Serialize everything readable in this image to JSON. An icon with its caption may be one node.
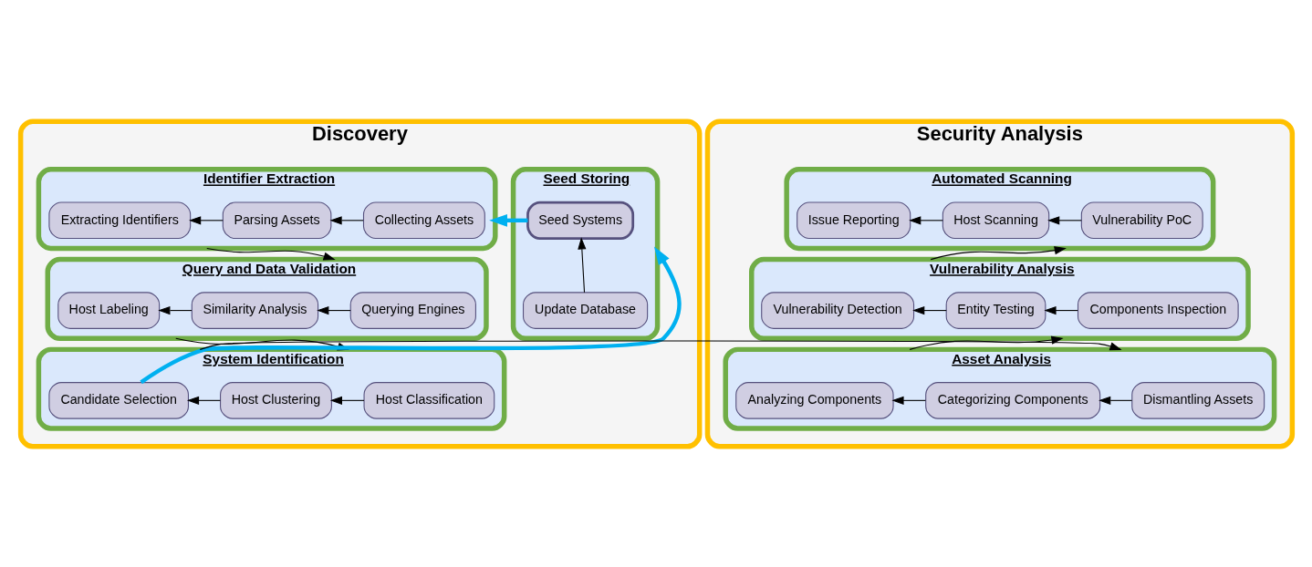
{
  "diagram": {
    "nodes": [
      {
        "text": [
          "Discovery"
        ]
      },
      {
        "text": [
          "Seed Storing"
        ],
        "in": 0
      },
      {
        "text": [
          "Seed Systems"
        ],
        "in": 1
      },
      {
        "text": [
          "Update Database"
        ],
        "in": 1
      },
      {
        "text": [
          "Identifier Extraction"
        ],
        "in": 0
      },
      {
        "text": [
          "Collecting Assets"
        ],
        "in": 4
      },
      {
        "text": [
          "Parsing Assets"
        ],
        "in": 4
      },
      {
        "text": [
          "Extracting Identifiers"
        ],
        "in": 4
      },
      {
        "text": [
          "Query and Data Validation"
        ],
        "in": 0
      },
      {
        "text": [
          "Querying Engines"
        ],
        "in": 8
      },
      {
        "text": [
          "Similarity Analysis"
        ],
        "in": 8
      },
      {
        "text": [
          "Host Labeling"
        ],
        "in": 8
      },
      {
        "text": [
          "System Identification"
        ],
        "in": 0
      },
      {
        "text": [
          "Host Classification"
        ],
        "in": 12
      },
      {
        "text": [
          "Host Clustering"
        ],
        "in": 12
      },
      {
        "text": [
          "Candidate Selection"
        ],
        "in": 12
      },
      {
        "text": [
          "Security Analysis"
        ]
      },
      {
        "text": [
          "Automated Scanning"
        ],
        "in": 16
      },
      {
        "text": [
          "Vulnerability PoC"
        ],
        "in": 17
      },
      {
        "text": [
          "Host Scanning"
        ],
        "in": 17
      },
      {
        "text": [
          "Issue Reporting"
        ],
        "in": 17
      },
      {
        "text": [
          "Vulnerability Analysis"
        ],
        "in": 16
      },
      {
        "text": [
          "Components Inspection"
        ],
        "in": 21
      },
      {
        "text": [
          "Entity Testing"
        ],
        "in": 21
      },
      {
        "text": [
          "Vulnerability Detection"
        ],
        "in": 21
      },
      {
        "text": [
          "Asset Analysis"
        ],
        "in": 16
      },
      {
        "text": [
          "Dismantling Assets"
        ],
        "in": 25
      },
      {
        "text": [
          "Categorizing Components"
        ],
        "in": 25
      },
      {
        "text": [
          "Analyzing Components"
        ],
        "in": 25
      }
    ],
    "edges": [
      {
        "from": 3,
        "to": 2,
        "arrow": "to"
      },
      {
        "from": 2,
        "to": 4,
        "arrow": "to",
        "style": "thick",
        "color": "#00b0f0"
      },
      {
        "from": 5,
        "to": 6,
        "arrow": "to"
      },
      {
        "from": 6,
        "to": 7,
        "arrow": "to"
      },
      {
        "from": 4,
        "to": 8,
        "arrow": "to"
      },
      {
        "from": 9,
        "to": 10,
        "arrow": "to"
      },
      {
        "from": 10,
        "to": 11,
        "arrow": "to"
      },
      {
        "from": 8,
        "to": 12,
        "arrow": "to"
      },
      {
        "from": 13,
        "to": 14,
        "arrow": "to"
      },
      {
        "from": 14,
        "to": 15,
        "arrow": "to"
      },
      {
        "from": 15,
        "to": 1,
        "arrow": "to",
        "style": "thick",
        "color": "#00b0f0"
      },
      {
        "from": 12,
        "to": 25,
        "arrow": "to"
      },
      {
        "from": 26,
        "to": 27,
        "arrow": "to"
      },
      {
        "from": 27,
        "to": 28,
        "arrow": "to"
      },
      {
        "from": 25,
        "to": 21,
        "arrow": "to"
      },
      {
        "from": 22,
        "to": 23,
        "arrow": "to"
      },
      {
        "from": 23,
        "to": 24,
        "arrow": "to"
      },
      {
        "from": 21,
        "to": 17,
        "arrow": "to"
      },
      {
        "from": 18,
        "to": 19,
        "arrow": "to"
      },
      {
        "from": 19,
        "to": 20,
        "arrow": "to"
      }
    ]
  }
}
